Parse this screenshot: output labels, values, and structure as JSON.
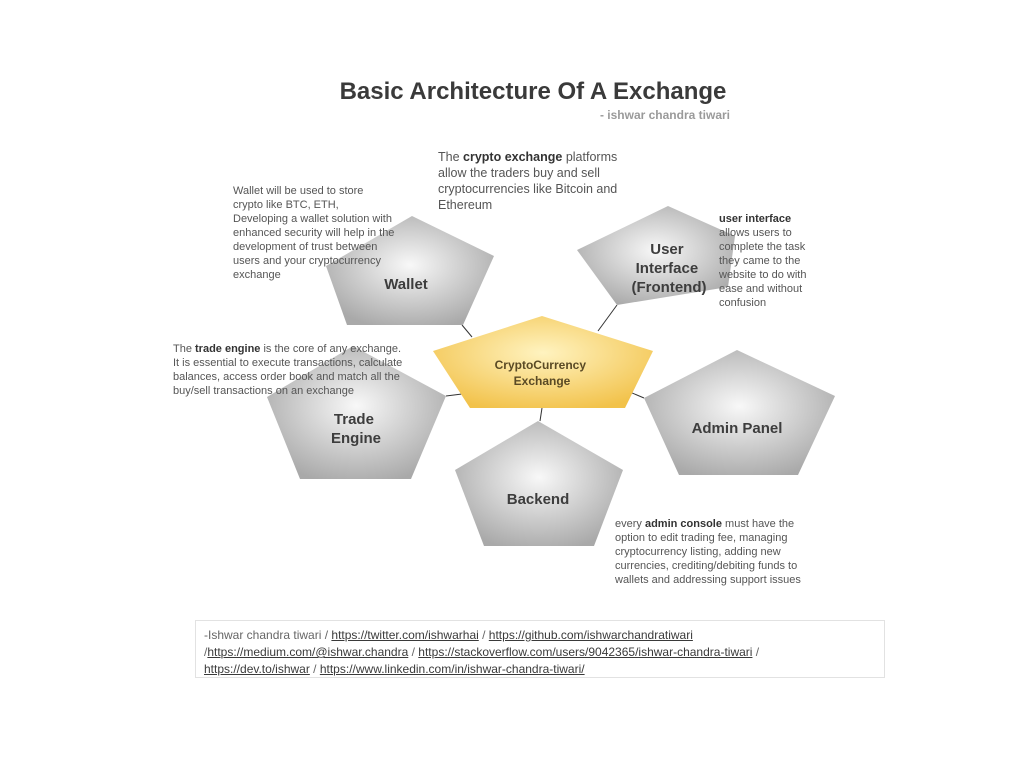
{
  "title": "Basic Architecture Of A Exchange",
  "subtitle": "- ishwar chandra tiwari",
  "colors": {
    "node_gray_light": "#f8f8f8",
    "node_gray_dark": "#a9a9a9",
    "center_light": "#fff3c0",
    "center_dark": "#f2c24a",
    "connector": "#333333"
  },
  "nodes": {
    "center": {
      "label": [
        "CryptoCurrency",
        "Exchange"
      ]
    },
    "wallet": {
      "label": [
        "Wallet"
      ]
    },
    "user_interface": {
      "label": [
        "User",
        "Interface",
        "(Frontend)"
      ]
    },
    "trade_engine": {
      "label": [
        "Trade",
        "Engine"
      ]
    },
    "admin_panel": {
      "label": [
        "Admin Panel"
      ]
    },
    "backend": {
      "label": [
        "Backend"
      ]
    }
  },
  "notes": {
    "exchange": {
      "pre": "The ",
      "bold": "crypto exchange",
      "post": " platforms allow the traders buy and sell cryptocurrencies like Bitcoin and Ethereum"
    },
    "wallet": {
      "text": "Wallet will be used to store crypto like BTC, ETH, Developing a wallet solution with enhanced security will help in the development of trust between users and your cryptocurrency exchange"
    },
    "user_interface": {
      "bold": "user interface",
      "post": "allows users to complete the task they came to the website to do with ease and without confusion"
    },
    "trade_engine": {
      "pre": "The ",
      "bold": "trade engine",
      "post": " is the core of any exchange.",
      "line2": "It is essential to execute transactions, calculate balances, access order book and match all the buy/sell transactions on an exchange"
    },
    "admin_panel": {
      "pre": "every ",
      "bold": "admin console",
      "post": " must have the option to edit trading fee, managing cryptocurrency listing, adding new currencies, crediting/debiting funds to wallets and addressing support issues"
    }
  },
  "footer": {
    "author": "-Ishwar chandra tiwari",
    "sep": " / ",
    "links": [
      "https://twitter.com/ishwarhai",
      "https://github.com/ishwarchandratiwari",
      "https://medium.com/@ishwar.chandra",
      "https://stackoverflow.com/users/9042365/ishwar-chandra-tiwari",
      "https://dev.to/ishwar",
      "https://www.linkedin.com/in/ishwar-chandra-tiwari/"
    ]
  }
}
